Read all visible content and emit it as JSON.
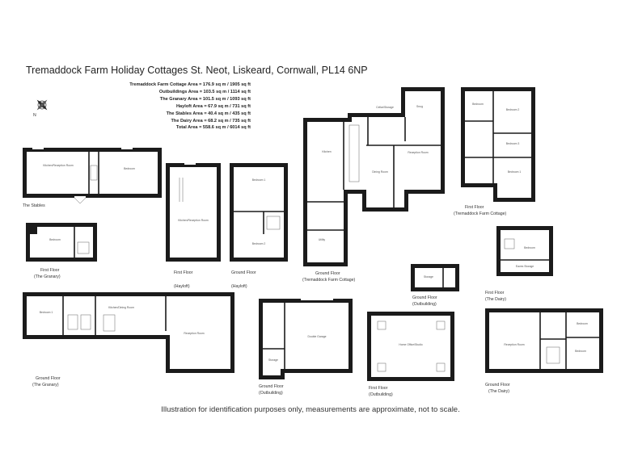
{
  "title": "Tremaddock Farm Holiday Cottages St. Neot, Liskeard, Cornwall, PL14 6NP",
  "areas": [
    "Tremaddock Farm Cottage Area = 176.9 sq m / 1905 sq ft",
    "Outbuildings Area = 103.5 sq m / 1114 sq ft",
    "The Granary Area = 101.5 sq m / 1093 sq ft",
    "Hayloft Area = 67.9 sq m / 731 sq ft",
    "The Stables Area = 40.4 sq m / 435 sq ft",
    "The Dairy Area = 68.2 sq m / 735 sq ft",
    "Total Area = 558.6 sq m / 6014 sq ft"
  ],
  "compass_label": "N",
  "footer": "Illustration for identification purposes only, measurements are approximate, not to scale.",
  "labels": {
    "stables": "The Stables",
    "granary_first_1": "First Floor",
    "granary_first_2": "(The Granary)",
    "hayloft_first_1": "First Floor",
    "hayloft_first_2": "(Hayloft)",
    "hayloft_ground_1": "Ground Floor",
    "hayloft_ground_2": "(Hayloft)",
    "cottage_ground_1": "Ground Floor",
    "cottage_ground_2": "(Tremaddock Farm Cottage)",
    "cottage_first_1": "First Floor",
    "cottage_first_2": "(Tremaddock Farm Cottage)",
    "out_ground_small_1": "Ground Floor",
    "out_ground_small_2": "(Outbuilding)",
    "dairy_first_1": "First Floor",
    "dairy_first_2": "(The Dairy)",
    "granary_ground_1": "Ground Floor",
    "granary_ground_2": "(The Granary)",
    "out_ground_1": "Ground Floor",
    "out_ground_2": "(Outbuilding)",
    "out_first_1": "First Floor",
    "out_first_2": "(Outbuilding)",
    "dairy_ground_1": "Ground Floor",
    "dairy_ground_2": "(The Dairy)"
  },
  "rooms": {
    "stables_kitchen": "Kitchen/Reception Room",
    "stables_bedroom": "Bedroom",
    "granary_f_bedroom": "Bedroom",
    "hayloft_kitchen": "Kitchen/Reception Room",
    "hayloft_bed1": "Bedroom 1",
    "hayloft_bed2": "Bedroom 2",
    "cottage_kitchen": "Kitchen",
    "cottage_dining": "Dining Room",
    "cottage_reception": "Reception Room",
    "cottage_snug": "Snug",
    "cottage_cellar": "Cellar/Storage",
    "cottage_utility": "Utility",
    "cottage_bed1": "Bedroom 1",
    "cottage_bed2": "Bedroom 2",
    "cottage_bed3": "Bedroom 3",
    "cottage_bedroom": "Bedroom",
    "out_storage_small": "Storage",
    "dairy_f_bedroom": "Bedroom",
    "dairy_f_eaves": "Eaves Storage",
    "granary_g_bed1": "Bedroom 1",
    "granary_g_kitchen": "Kitchen/Dining Room",
    "granary_g_reception": "Reception Room",
    "out_garage": "Double Garage",
    "out_storage": "Storage",
    "out_office": "Home Office/Studio",
    "dairy_g_reception": "Reception Room",
    "dairy_g_bedroom": "Bedroom",
    "dairy_g_bed2": "Bedroom"
  }
}
